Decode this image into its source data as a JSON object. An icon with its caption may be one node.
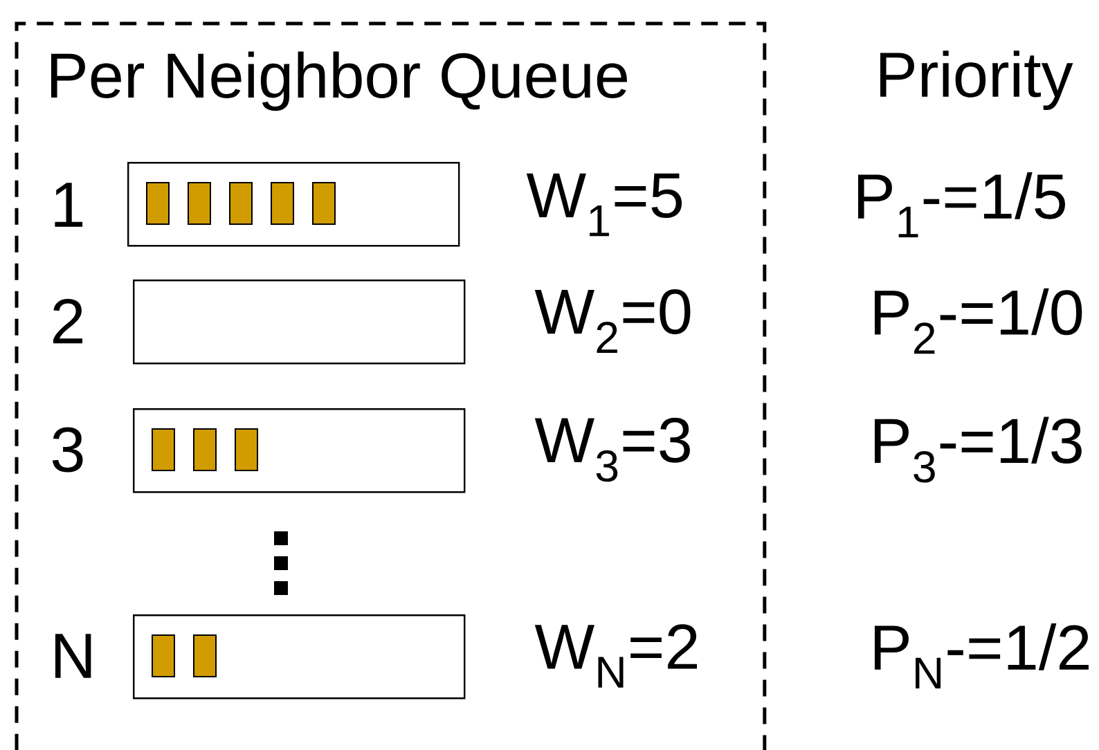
{
  "diagram": {
    "nodes": [
      {
        "text": [
          "Per Neighbor Queue"
        ]
      },
      {
        "text": [],
        "shape": "box",
        "in": 0
      },
      {
        "text": [],
        "shape": "bar",
        "in": 1
      },
      {
        "text": [],
        "shape": "bar",
        "in": 1
      },
      {
        "text": [],
        "shape": "bar",
        "in": 1
      },
      {
        "text": [],
        "shape": "bar",
        "in": 1
      },
      {
        "text": [],
        "shape": "bar",
        "in": 1
      },
      {
        "text": [],
        "shape": "box",
        "in": 0
      },
      {
        "text": [],
        "shape": "box",
        "in": 0
      },
      {
        "text": [],
        "shape": "bar",
        "in": 8
      },
      {
        "text": [],
        "shape": "bar",
        "in": 8
      },
      {
        "text": [],
        "shape": "bar",
        "in": 8
      },
      {
        "text": [],
        "shape": "box",
        "in": 0
      },
      {
        "text": [],
        "shape": "bar",
        "in": 12
      },
      {
        "text": [],
        "shape": "bar",
        "in": 12
      }
    ],
    "edges": [],
    "labels": [
      "Priority",
      "1",
      "W$_{1}$=5",
      "P$_{1}$-=1/5",
      "2",
      "W$_{2}$=0",
      "P$_{2}$-=1/0",
      "3",
      "W$_{3}$=3",
      "P$_{3}$-=1/3",
      "N",
      "W$_{N}$=2",
      "P$_{N}$-=1/2"
    ]
  }
}
